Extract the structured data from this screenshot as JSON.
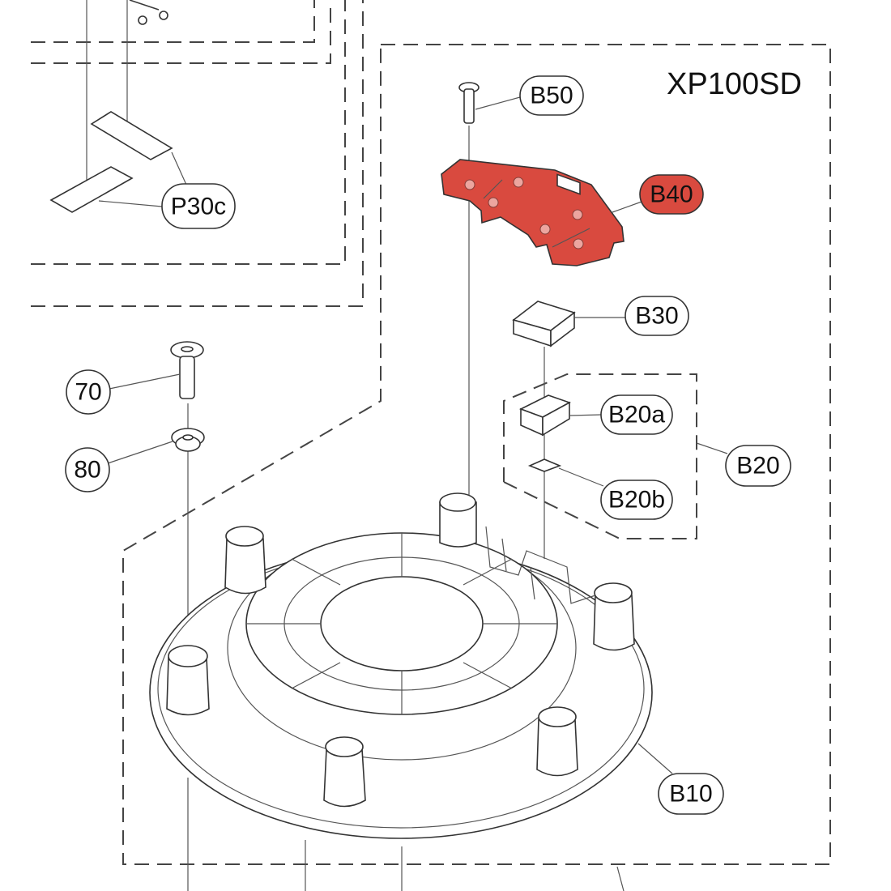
{
  "diagram": {
    "model_name": "XP100SD",
    "highlight_color": "#d94a3f",
    "callouts": {
      "b50": "B50",
      "b40": "B40",
      "b30": "B30",
      "b20a": "B20a",
      "b20": "B20",
      "b20b": "B20b",
      "b10": "B10",
      "p30c": "P30c",
      "c70": "70",
      "c80": "80"
    }
  }
}
